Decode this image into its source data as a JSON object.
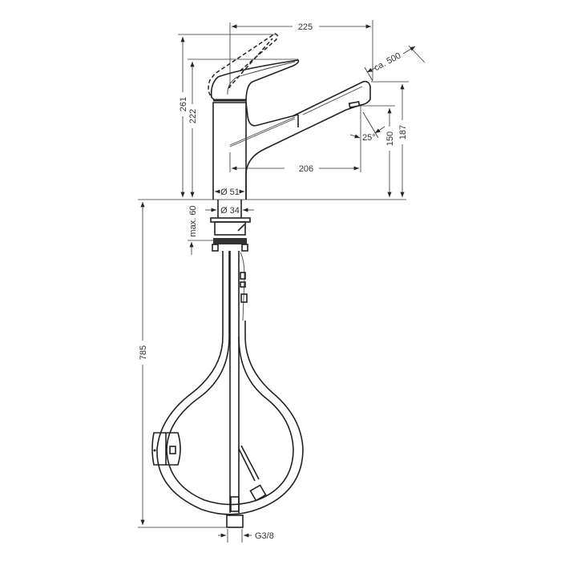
{
  "drawing": {
    "subject": "Pull-out kitchen faucet dimension drawing",
    "units": "mm",
    "dimensions": {
      "spout_reach_total": "225",
      "pullout_length": "ca. 500",
      "height_lever_raised": "261",
      "height_lever": "222",
      "spout_top_height": "187",
      "spout_outlet_height": "150",
      "spout_angle": "25°",
      "spout_reach": "206",
      "body_diameter": "Ø 51",
      "hole_diameter": "Ø 34",
      "max_countertop": "max. 60",
      "hose_length": "785",
      "connection_thread": "G3/8"
    }
  }
}
